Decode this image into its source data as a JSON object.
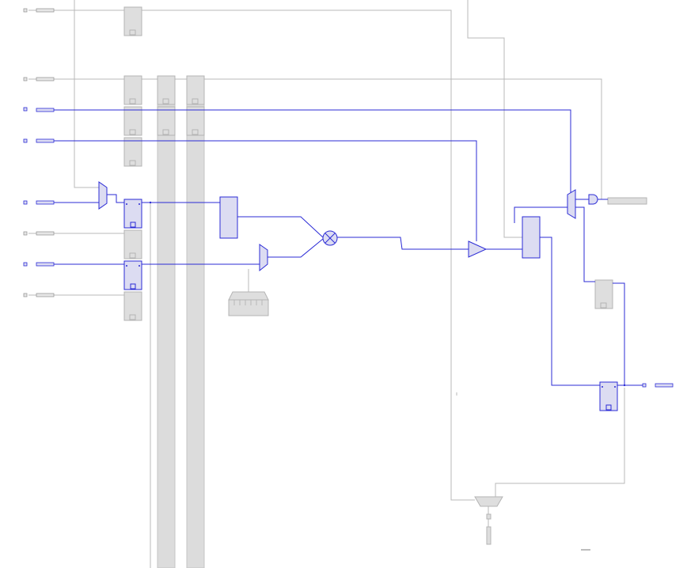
{
  "view": {
    "type": "netlist-schematic",
    "colors": {
      "highlight": "#2b2bd6",
      "inactive": "#b8b8b8",
      "cell_fill": "#dedede",
      "background": "#ffffff"
    }
  },
  "ports": {
    "inputs": [
      {
        "id": "in-0",
        "active": false
      },
      {
        "id": "in-1",
        "active": false
      },
      {
        "id": "in-2",
        "active": true
      },
      {
        "id": "in-3",
        "active": true
      },
      {
        "id": "in-4",
        "active": true
      },
      {
        "id": "in-5",
        "active": false
      },
      {
        "id": "in-6",
        "active": true
      },
      {
        "id": "in-7",
        "active": false
      }
    ],
    "outputs": [
      {
        "id": "out-0",
        "active": true
      }
    ]
  },
  "cells": {
    "registers_highlighted": 3,
    "registers_inactive": 14,
    "multiplexers": 3,
    "comparators": 1,
    "multipliers": 1,
    "adders": 1,
    "logic_gates": 2,
    "buses": 3
  }
}
